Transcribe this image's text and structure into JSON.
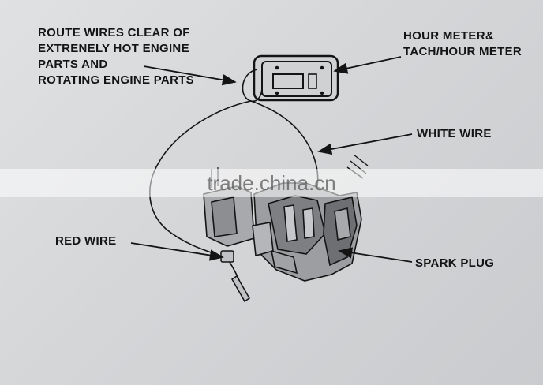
{
  "labels": {
    "route_warning": [
      "ROUTE WIRES CLEAR  OF",
      "EXTRENELY HOT ENGINE",
      "PARTS AND",
      "ROTATING ENGINE PARTS"
    ],
    "hour_meter": [
      "HOUR METER&",
      "TACH/HOUR METER"
    ],
    "white_wire": "WHITE WIRE",
    "red_wire": "RED WIRE",
    "spark_plug": "SPARK PLUG"
  },
  "watermark": "trade.china.cn",
  "colors": {
    "background": "#d6d8da",
    "ink": "#141414",
    "engine_shadow": "#6e6f72"
  }
}
